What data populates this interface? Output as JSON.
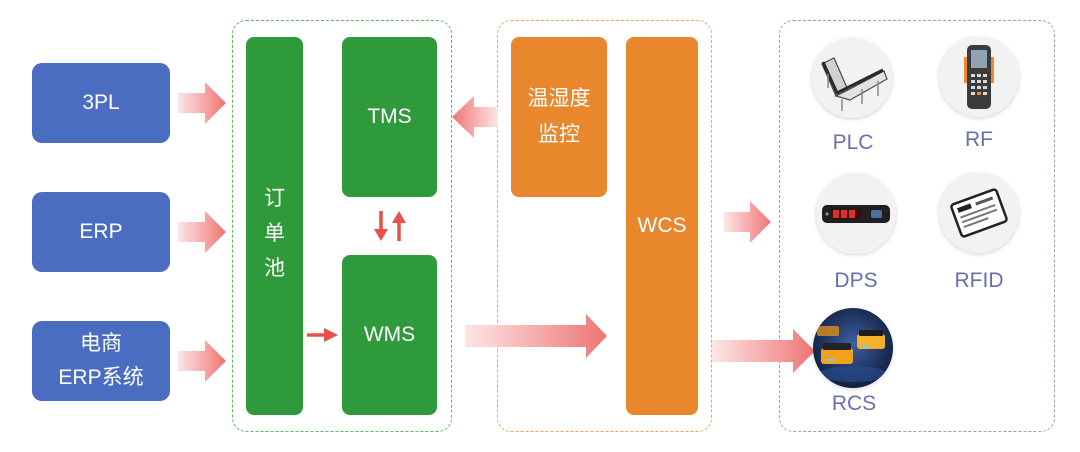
{
  "sources": [
    {
      "lines": [
        "3PL"
      ]
    },
    {
      "lines": [
        "ERP"
      ]
    },
    {
      "lines": [
        "电商",
        "ERP系统"
      ]
    }
  ],
  "order_pool": {
    "chars": [
      "订",
      "单",
      "池"
    ]
  },
  "tms": {
    "label": "TMS"
  },
  "wms": {
    "label": "WMS"
  },
  "monitoring": {
    "lines": [
      "温湿度",
      "监控"
    ]
  },
  "wcs": {
    "label": "WCS"
  },
  "devices": [
    {
      "label": "PLC",
      "icon": "conveyor-icon"
    },
    {
      "label": "RF",
      "icon": "handheld-terminal-icon"
    },
    {
      "label": "DPS",
      "icon": "digital-picking-display-icon"
    },
    {
      "label": "RFID",
      "icon": "rfid-tag-icon"
    },
    {
      "label": "RCS",
      "icon": "warehouse-robot-icon"
    }
  ],
  "colors": {
    "source_blue": "#4a6dc1",
    "core_green": "#2e9a3c",
    "control_orange": "#e8872b",
    "device_label": "#6b6fa9",
    "flow_arrow": "#ef7474",
    "link_arrow_red": "#e8514a"
  }
}
